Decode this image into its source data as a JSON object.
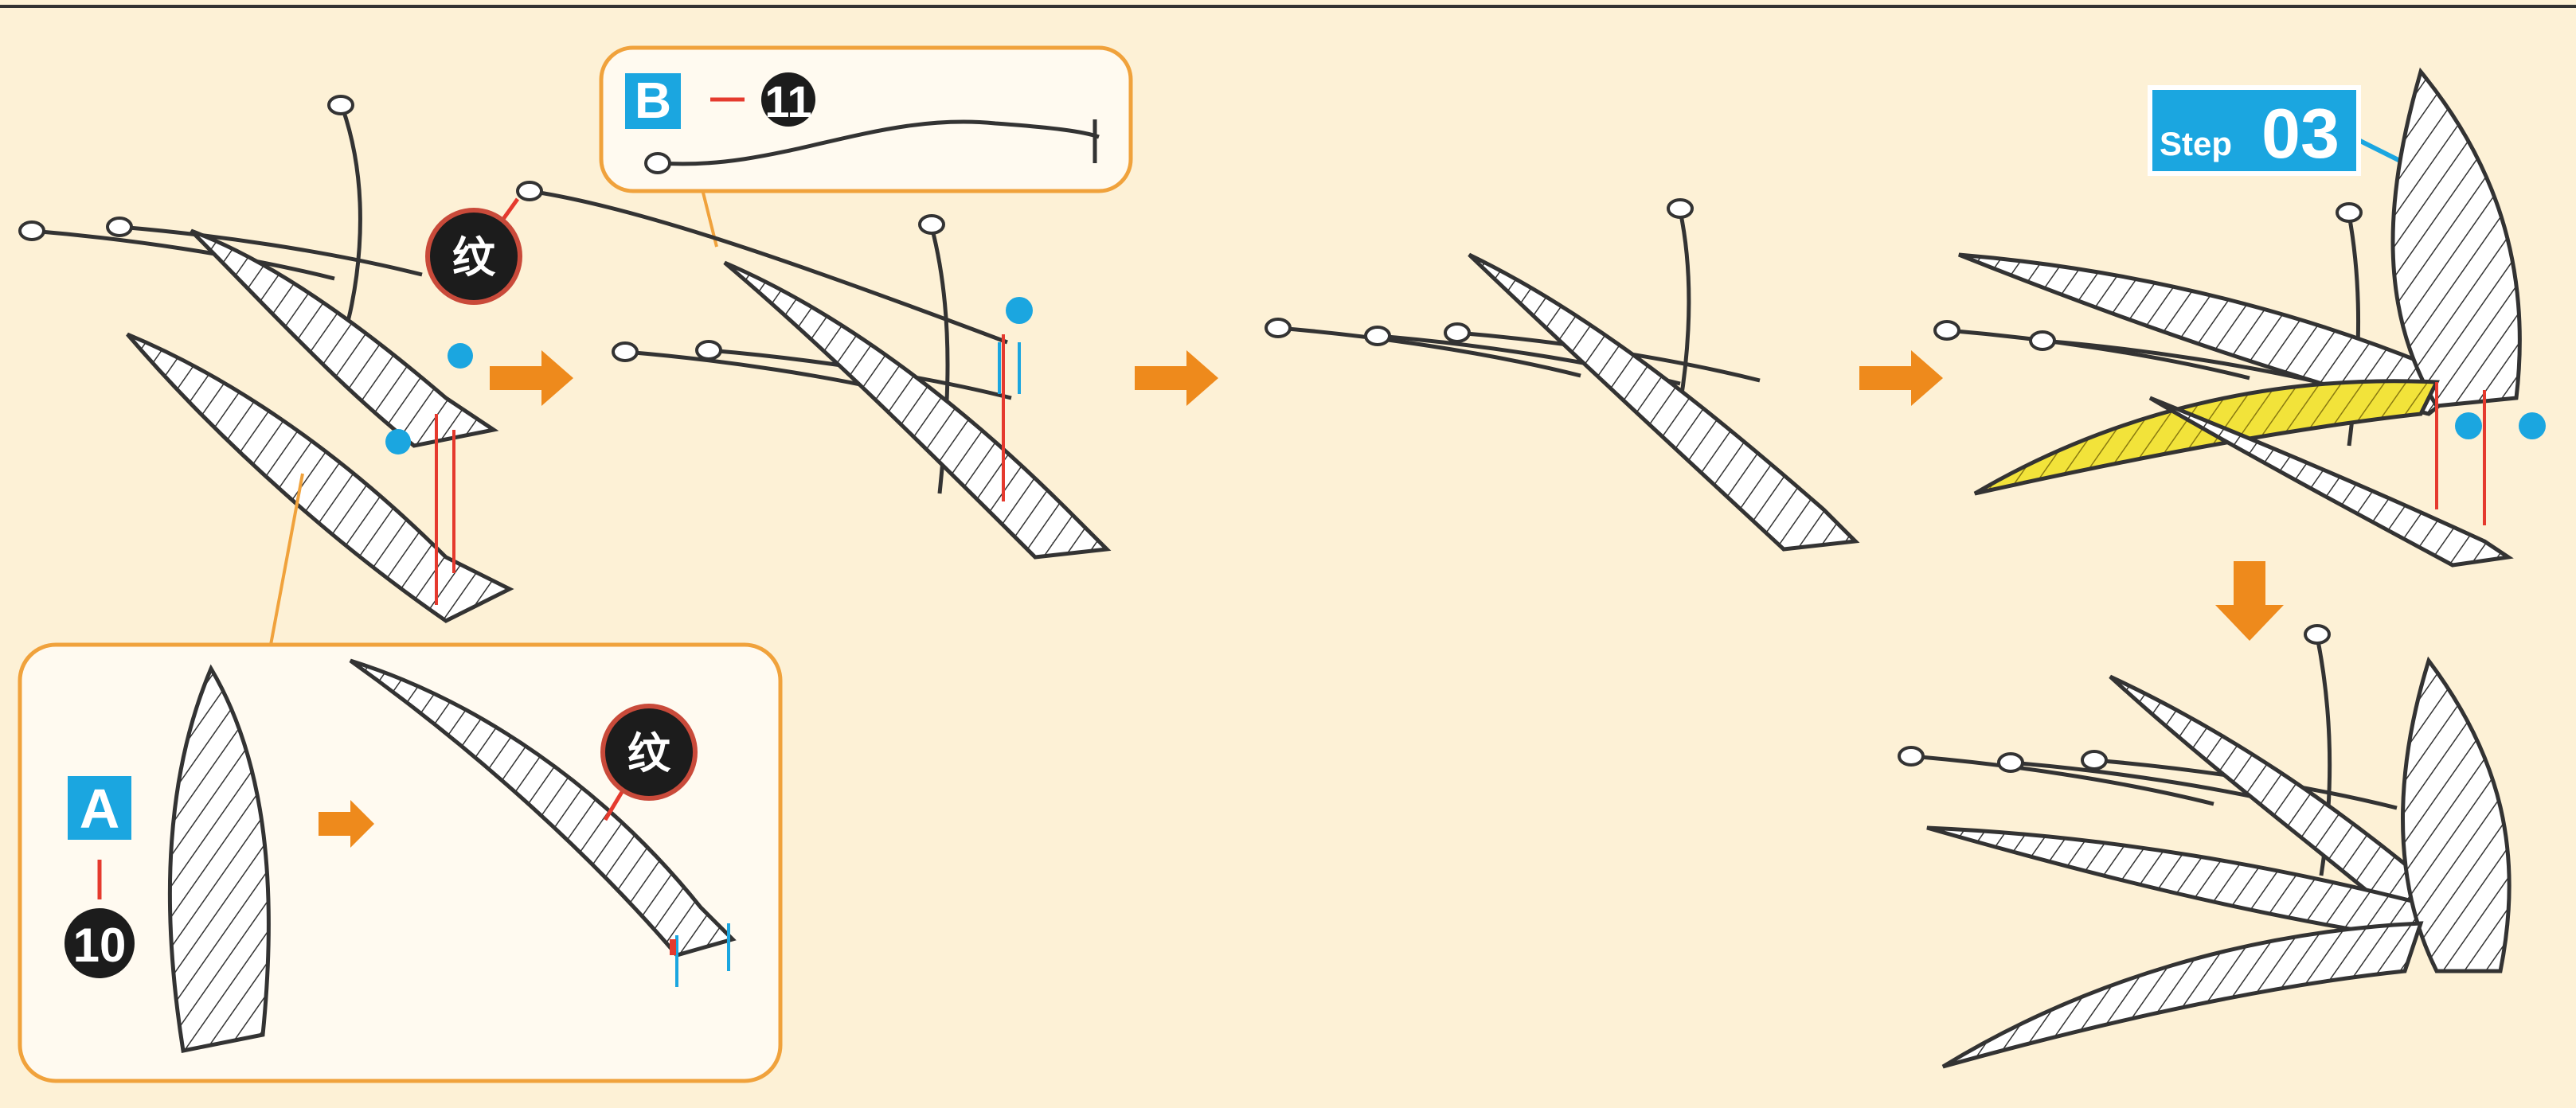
{
  "step": {
    "prefix": "Step",
    "number": "03"
  },
  "callout_a": {
    "letter": "A",
    "part": "10"
  },
  "callout_b": {
    "letter": "B",
    "part": "11"
  },
  "texture_marker": "纹",
  "colors": {
    "background": "#fdf1d6",
    "accent_blue": "#1ba6e0",
    "arrow_orange": "#ee8a1c",
    "callout_border": "#f0a23c",
    "marker_red": "#e53a2e",
    "wing_highlight": "#f2e33a",
    "outline": "#333333"
  },
  "icons": [
    "flow-arrow-right",
    "flow-arrow-down",
    "insert-arrow-red",
    "insert-arrow-blue",
    "assembly-dot-blue"
  ]
}
